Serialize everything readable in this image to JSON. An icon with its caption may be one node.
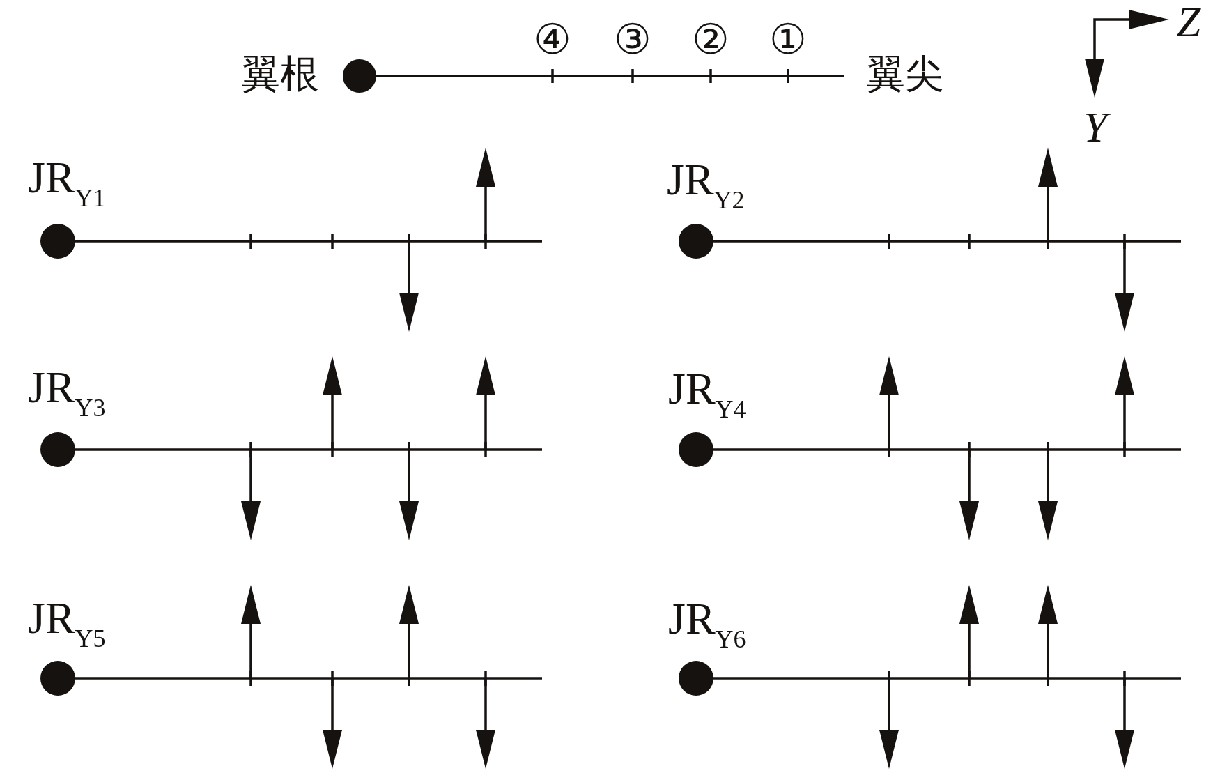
{
  "diagram": {
    "labels": [
      "④",
      "③",
      "②",
      "①",
      "翼根",
      "翼尖",
      "Z",
      "Y",
      "JR$_{Y1}$",
      "JR$_{Y2}$",
      "JR$_{Y3}$",
      "JR$_{Y4}$",
      "JR$_{Y5}$",
      "JR$_{Y6}$"
    ]
  }
}
